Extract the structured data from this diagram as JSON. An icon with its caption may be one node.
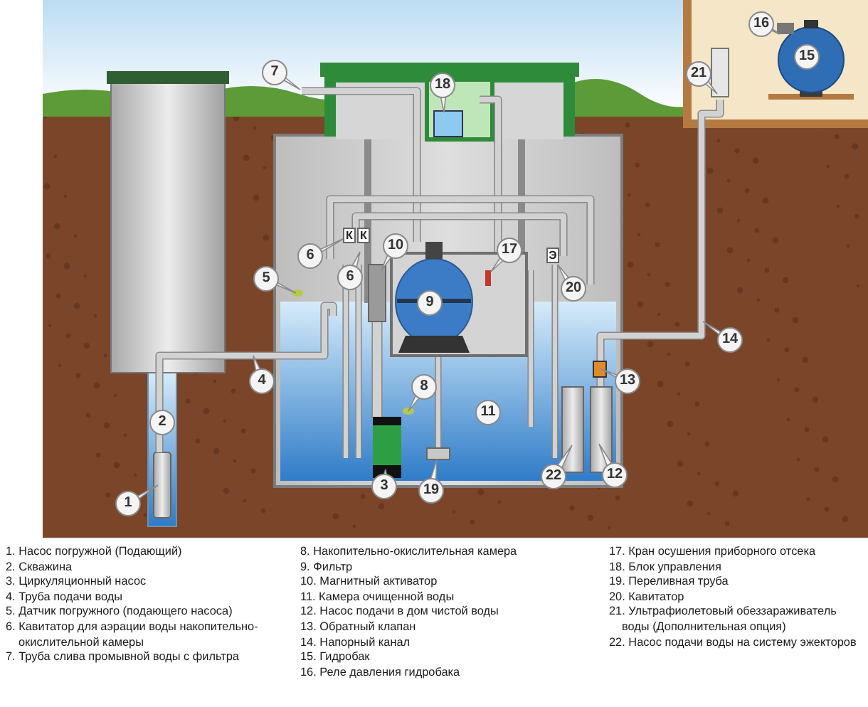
{
  "diagram": {
    "labels": [
      "16",
      "15",
      "7",
      "21",
      "18",
      "К",
      "К",
      "6",
      "10",
      "17",
      "Э",
      "5",
      "6",
      "20",
      "9",
      "14",
      "4",
      "13",
      "8",
      "11",
      "2",
      "22",
      "12",
      "3",
      "19",
      "1",
      "1. Насос погружной (Подающий)",
      "2. Скважина",
      "3. Циркуляционный насос",
      "4. Труба подачи воды",
      "5. Датчик погружного (подающего насоса)",
      "6. Кавитатор для аэрации воды накопительно-окислительной камеры",
      "7. Труба слива промывной воды с фильтра",
      "8. Накопительно-окислительная камера",
      "9. Фильтр",
      "10. Магнитный активатор",
      "11. Камера очищенной воды",
      "12. Насос подачи в дом чистой воды",
      "13. Обратный клапан",
      "14. Напорный канал",
      "15. Гидробак",
      "16. Реле давления гидробака",
      "17. Кран осушения приборного отсека",
      "18. Блок управления",
      "19. Переливная труба",
      "20. Кавитатор",
      "21. Ультрафиолетовый обеззараживатель воды (Дополнительная опция)",
      "22. Насос подачи воды на систему эжекторов"
    ]
  }
}
